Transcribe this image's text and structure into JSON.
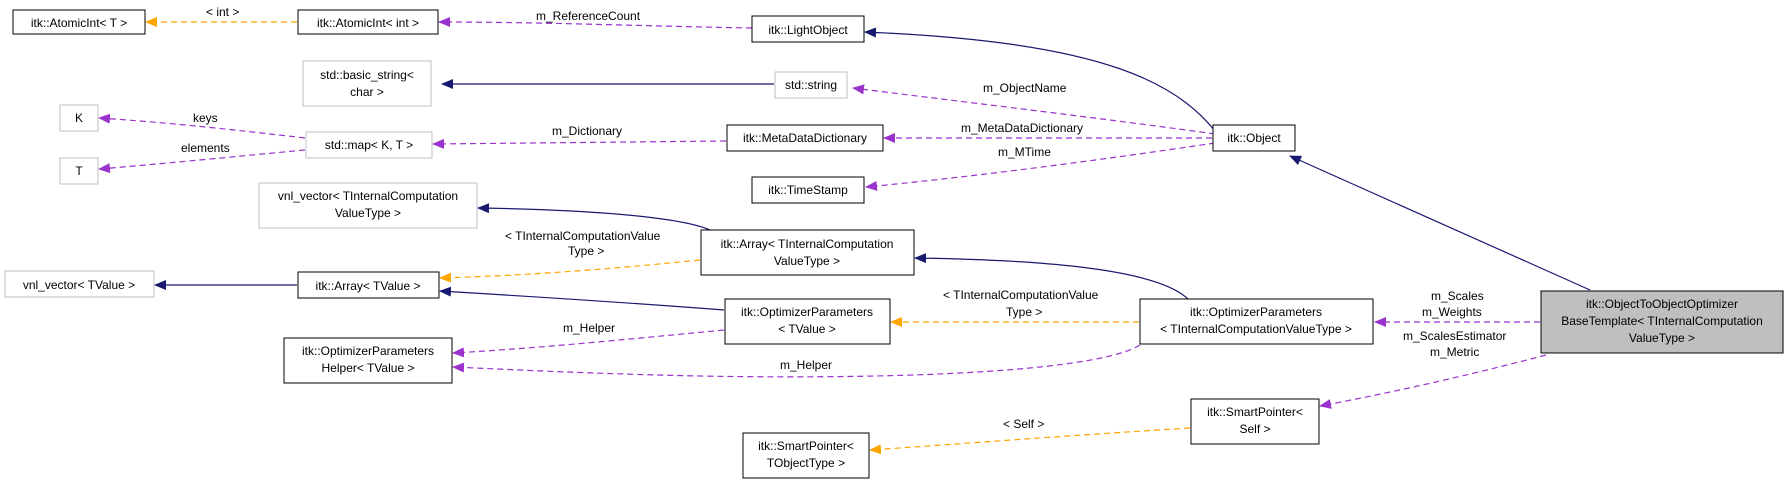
{
  "nodes": {
    "atomicint_t": [
      "itk::AtomicInt< T >"
    ],
    "atomicint_int": [
      "itk::AtomicInt< int >"
    ],
    "lightobject": [
      "itk::LightObject"
    ],
    "basic_string": [
      "std::basic_string<",
      "char >"
    ],
    "std_string": [
      "std::string"
    ],
    "k": [
      "K"
    ],
    "t": [
      "T"
    ],
    "map": [
      "std::map< K, T >"
    ],
    "metadatadictionary": [
      "itk::MetaDataDictionary"
    ],
    "object": [
      "itk::Object"
    ],
    "timestamp": [
      "itk::TimeStamp"
    ],
    "vnl_vector_internal": [
      "vnl_vector< TInternalComputation",
      "ValueType >"
    ],
    "array_internal": [
      "itk::Array< TInternalComputation",
      "ValueType >"
    ],
    "vnl_vector_tvalue": [
      "vnl_vector< TValue >"
    ],
    "array_tvalue": [
      "itk::Array< TValue >"
    ],
    "optparams_tvalue": [
      "itk::OptimizerParameters",
      "< TValue >"
    ],
    "optparams_internal": [
      "itk::OptimizerParameters",
      "< TInternalComputationValueType >"
    ],
    "focus": [
      "itk::ObjectToObjectOptimizer",
      "BaseTemplate< TInternalComputation",
      "ValueType >"
    ],
    "optparams_helper": [
      "itk::OptimizerParameters",
      "Helper< TValue >"
    ],
    "smartpointer_self": [
      "itk::SmartPointer<",
      "Self >"
    ],
    "smartpointer_tobject": [
      "itk::SmartPointer<",
      "TObjectType >"
    ]
  },
  "edge_labels": {
    "int": "< int >",
    "m_referencecount": "m_ReferenceCount",
    "m_objectname": "m_ObjectName",
    "keys": "keys",
    "elements": "elements",
    "m_dictionary": "m_Dictionary",
    "m_metadatadictionary": "m_MetaDataDictionary",
    "m_mtime": "m_MTime",
    "tinternal_1": "< TInternalComputationValue",
    "tinternal_2": "Type >",
    "tinternal_b1": "< TInternalComputationValue",
    "tinternal_b2": "Type >",
    "m_helper_a": "m_Helper",
    "m_helper_b": "m_Helper",
    "m_scales": "m_Scales",
    "m_weights": "m_Weights",
    "m_scalesestimator": "m_ScalesEstimator",
    "m_metric": "m_Metric",
    "self": "< Self >"
  },
  "colors": {
    "inheritance": "#191970",
    "usage": "#9a32cd",
    "template": "#ffa500",
    "focus_fill": "#bfbfbf"
  }
}
